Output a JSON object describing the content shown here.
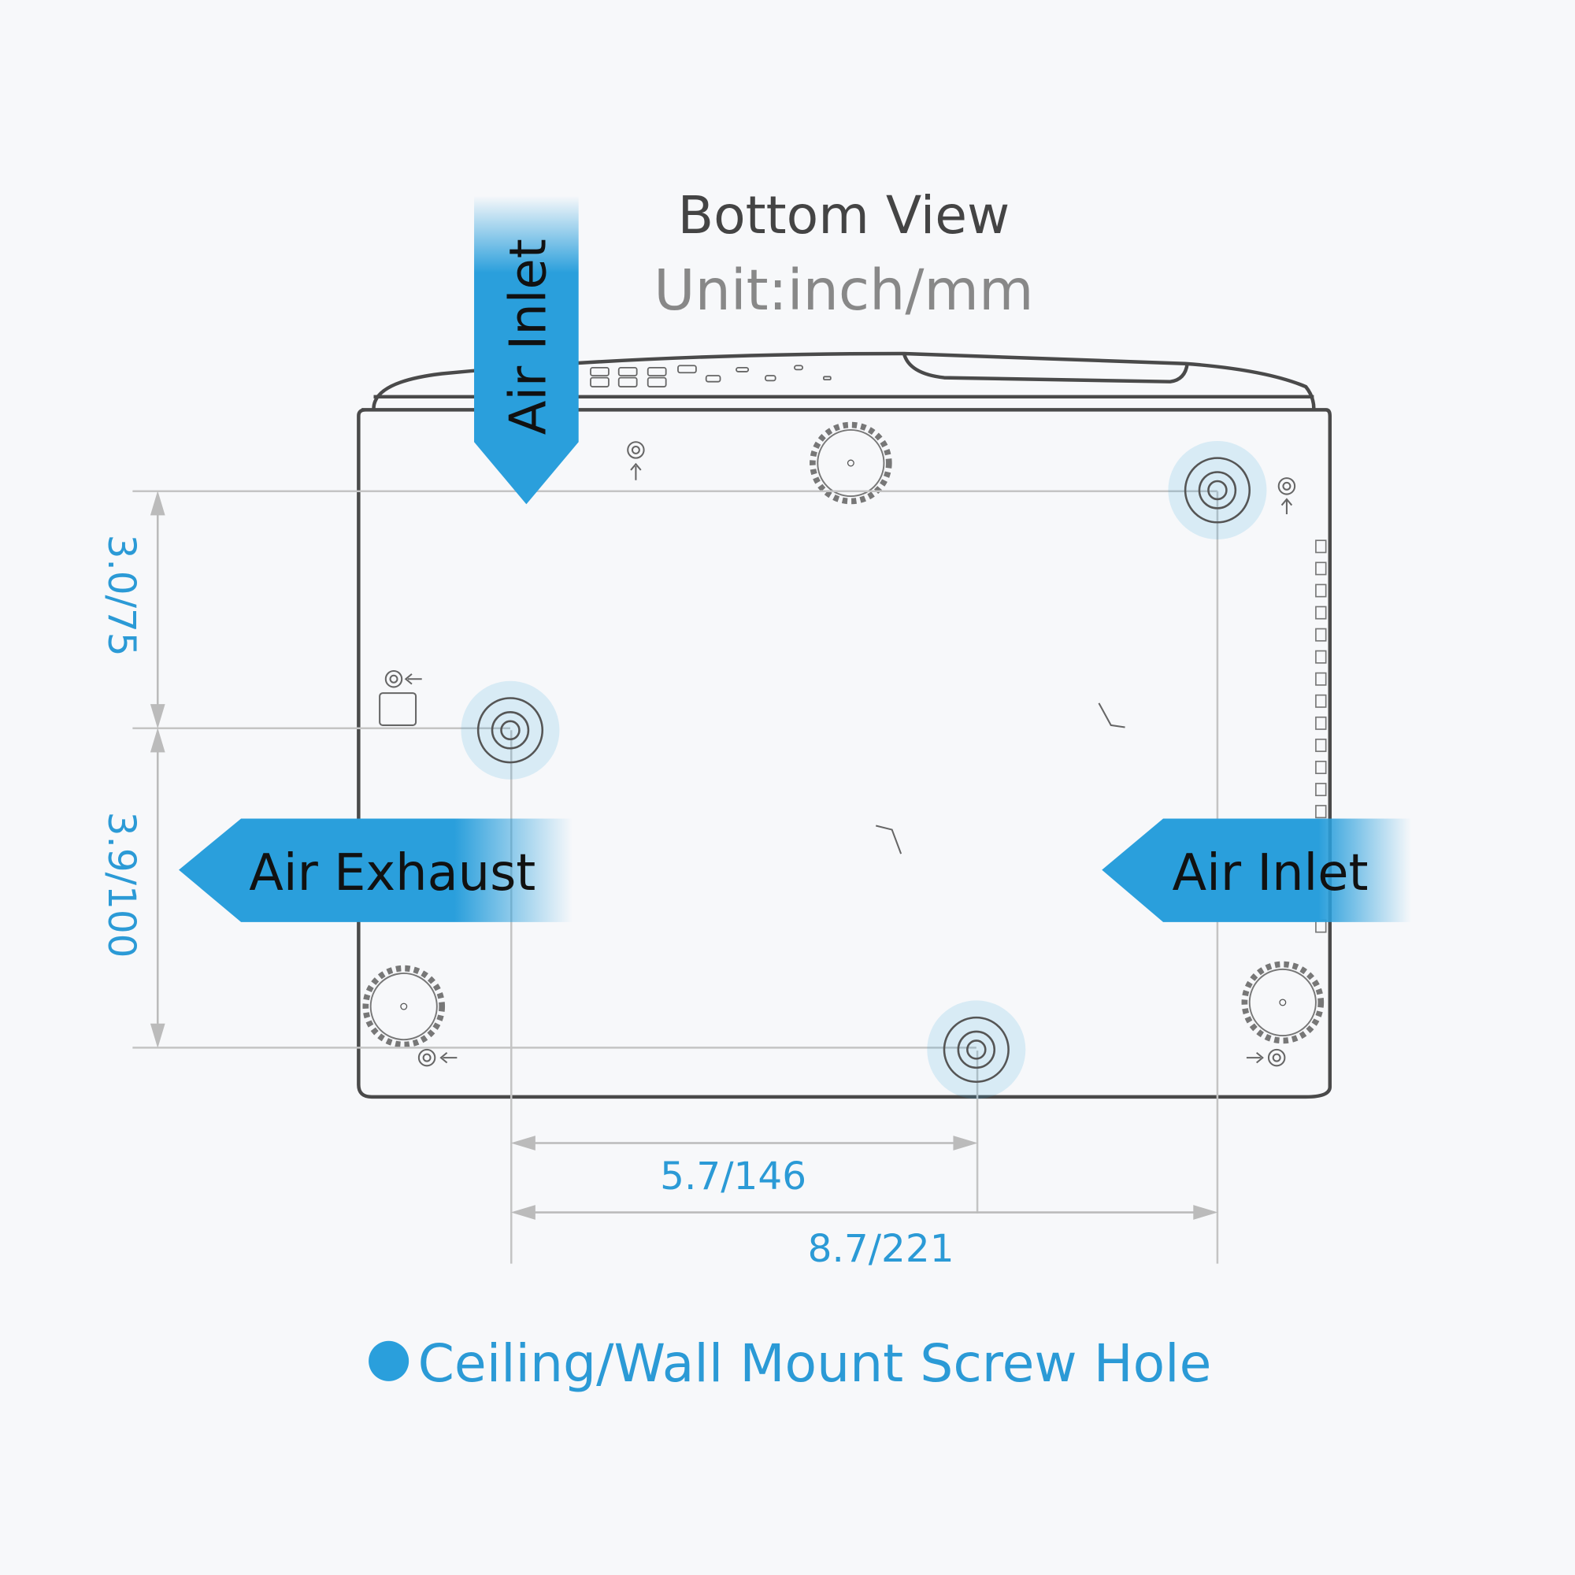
{
  "title": "Bottom View",
  "unit": "Unit:inch/mm",
  "labels": {
    "air_inlet_top": "Air Inlet",
    "air_exhaust": "Air Exhaust",
    "air_inlet_right": "Air Inlet"
  },
  "dimensions": {
    "vertical_upper": "3.0/75",
    "vertical_lower": "3.9/100",
    "horizontal_short": "5.7/146",
    "horizontal_long": "8.7/221"
  },
  "legend": "Ceiling/Wall Mount Screw Hole",
  "colors": {
    "accent": "#2a9fdc",
    "background": "#f7f8fa"
  }
}
